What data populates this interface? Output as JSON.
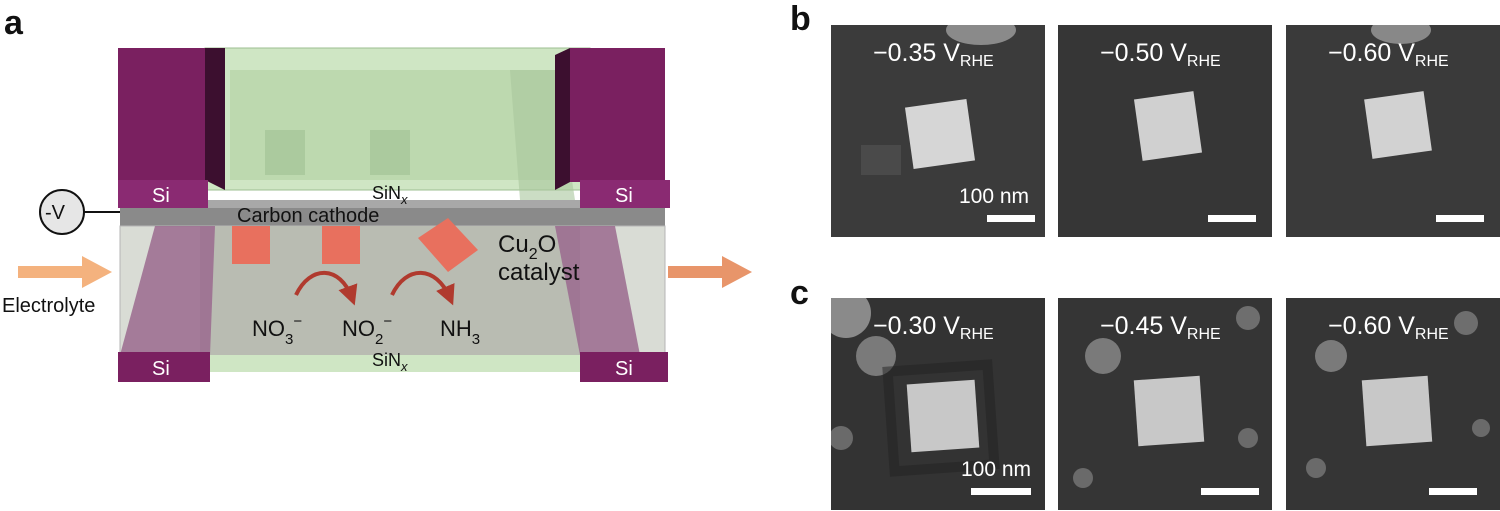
{
  "panels": {
    "a": "a",
    "b": "b",
    "c": "c"
  },
  "schematic": {
    "si_labels": [
      "Si",
      "Si",
      "Si",
      "Si"
    ],
    "sinx_top": {
      "base": "SiN",
      "sub": "x"
    },
    "sinx_bottom": {
      "base": "SiN",
      "sub": "x"
    },
    "carbon_cathode": "Carbon cathode",
    "voltage": "-V",
    "electrolyte": "Electrolyte",
    "catalyst_line1": {
      "base": "Cu",
      "sub": "2",
      "tail": "O"
    },
    "catalyst_line2": "catalyst",
    "reaction": {
      "no3": {
        "base": "NO",
        "sub": "3",
        "sup": "−"
      },
      "no2": {
        "base": "NO",
        "sub": "2",
        "sup": "−"
      },
      "nh3": {
        "base": "NH",
        "sub": "3"
      }
    },
    "colors": {
      "silicon": "#7a2060",
      "window": "#b9d9b0",
      "catalyst": "#e8705e",
      "arrow_red": "#b03a2e",
      "flow_in": "#f4b27e",
      "flow_out": "#e8956a"
    }
  },
  "row_b": {
    "images": [
      {
        "value": "−0.35 V",
        "sub": "RHE"
      },
      {
        "value": "−0.50 V",
        "sub": "RHE"
      },
      {
        "value": "−0.60 V",
        "sub": "RHE"
      }
    ],
    "scale": "100 nm"
  },
  "row_c": {
    "images": [
      {
        "value": "−0.30 V",
        "sub": "RHE"
      },
      {
        "value": "−0.45 V",
        "sub": "RHE"
      },
      {
        "value": "−0.60 V",
        "sub": "RHE"
      }
    ],
    "scale": "100 nm"
  }
}
